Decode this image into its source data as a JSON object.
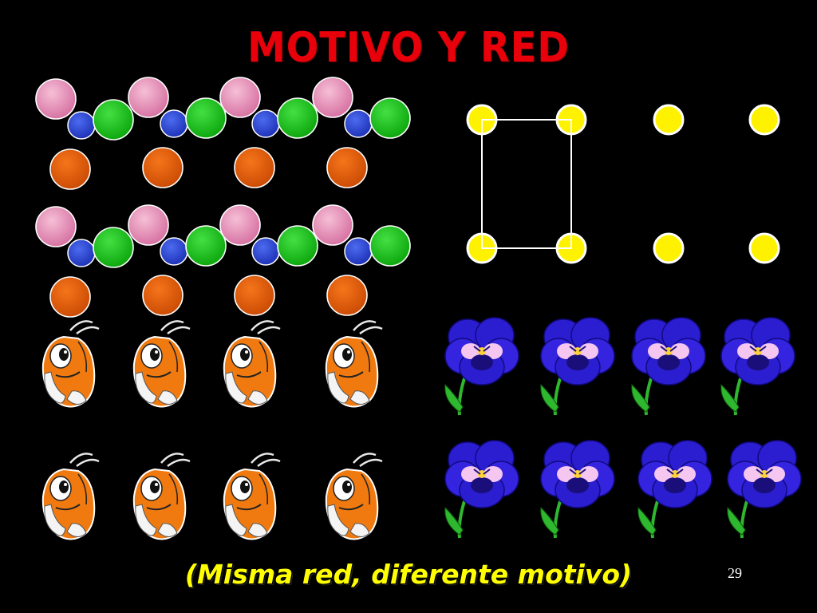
{
  "slide": {
    "title": "MOTIVO Y RED",
    "caption": "(Misma red, diferente motivo)",
    "page_number": "29"
  },
  "colors": {
    "background": "#000000",
    "title": "#e8000b",
    "caption": "#ffff00",
    "atom_pink": "#e48bb2",
    "atom_green": "#19c61a",
    "atom_blue": "#2b46d6",
    "atom_orange": "#e35a09",
    "lattice_point": "#fff200",
    "lattice_cell_line": "#ffffff",
    "ant_orange": "#f07a10",
    "pansy_blue": "#2a1ed0",
    "pansy_pink": "#f4c6f0",
    "stem_green": "#2fb82f"
  },
  "panels": [
    {
      "name": "atom-motif-lattice",
      "rows": 2,
      "cols": 4,
      "motif": "four atoms: pink, blue, green, orange"
    },
    {
      "name": "point-lattice",
      "rows": 2,
      "cols": 4,
      "motif": "yellow point",
      "unit_cell_outlined": true
    },
    {
      "name": "ant-motif-lattice",
      "rows": 2,
      "cols": 4,
      "motif": "ant-icon"
    },
    {
      "name": "pansy-motif-lattice",
      "rows": 2,
      "cols": 4,
      "motif": "pansy-flower-icon"
    }
  ]
}
